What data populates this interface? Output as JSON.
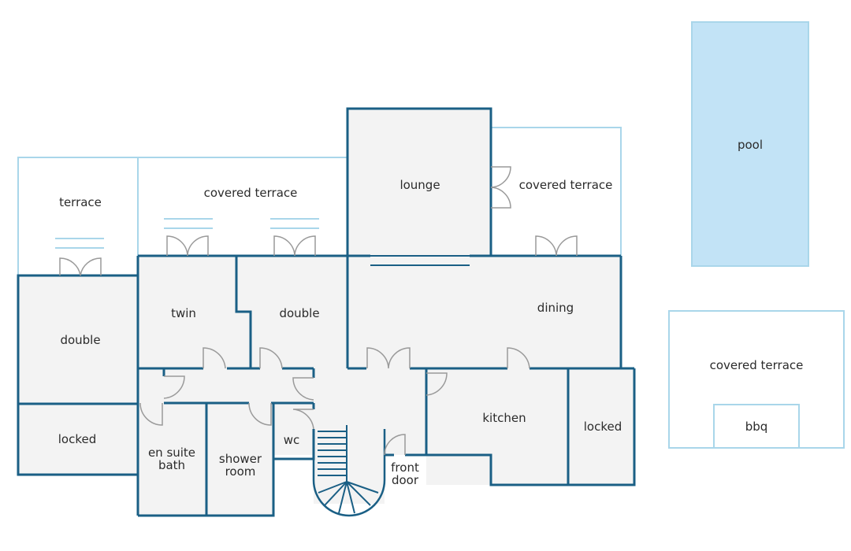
{
  "colors": {
    "wall": "#1a5f85",
    "outline": "#a9d6ea",
    "floor": "#f3f3f3",
    "pool": "#c2e3f6",
    "door_swing": "#9a9a9a",
    "text": "#2b2b2b"
  },
  "rooms": {
    "terrace": "terrace",
    "covered_terrace_1": "covered terrace",
    "lounge": "lounge",
    "covered_terrace_2": "covered terrace",
    "pool": "pool",
    "double_1": "double",
    "twin": "twin",
    "double_2": "double",
    "dining": "dining",
    "covered_terrace_3": "covered terrace",
    "bbq": "bbq",
    "locked_1": "locked",
    "en_suite_line1": "en suite",
    "en_suite_line2": "bath",
    "shower_line1": "shower",
    "shower_line2": "room",
    "wc": "wc",
    "front_door_line1": "front",
    "front_door_line2": "door",
    "kitchen": "kitchen",
    "locked_2": "locked"
  }
}
